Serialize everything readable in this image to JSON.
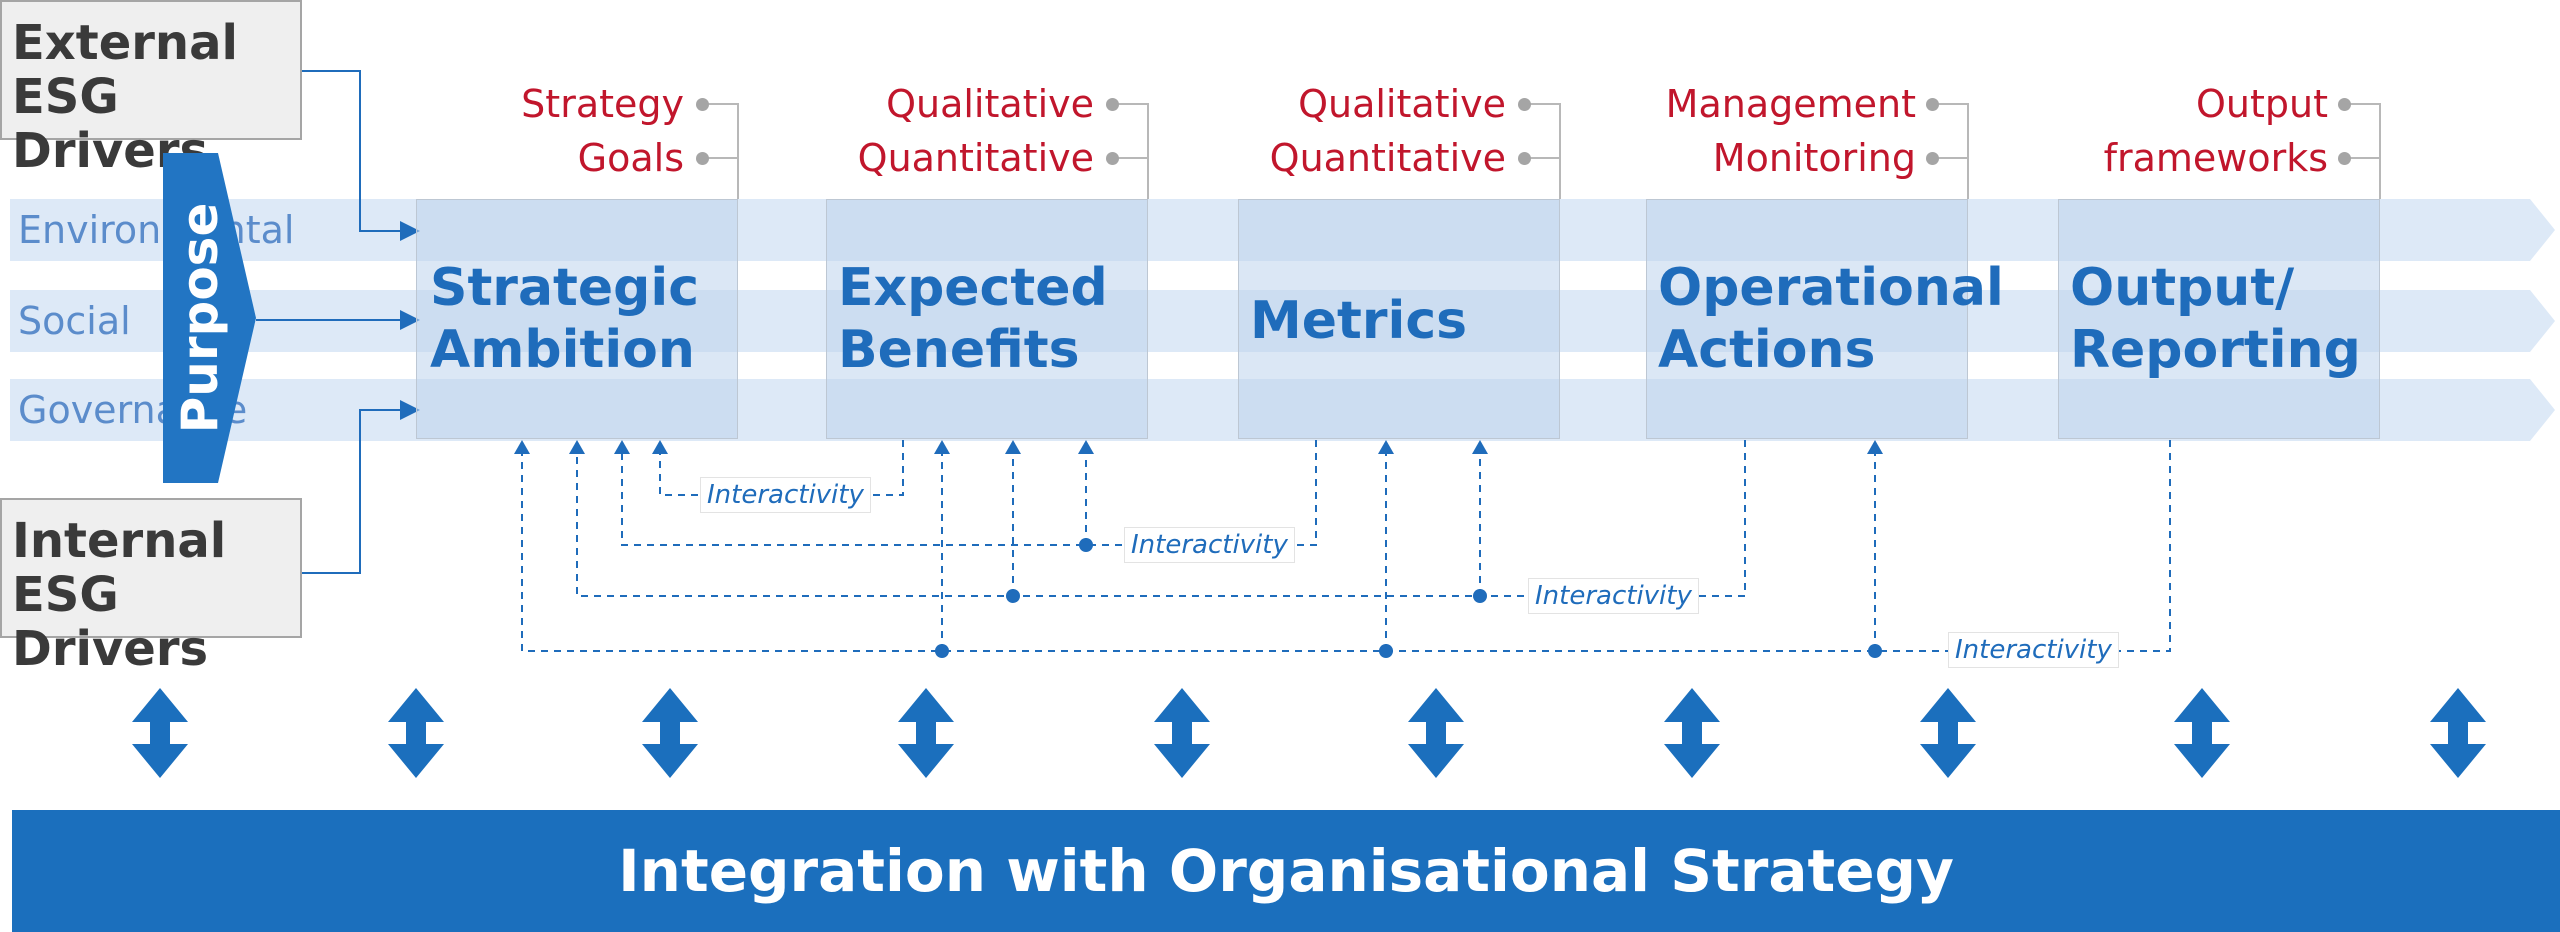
{
  "drivers": {
    "external": [
      "External ESG",
      "Drivers"
    ],
    "internal": [
      "Internal ESG",
      "Drivers"
    ]
  },
  "streams": [
    "Environmental",
    "Social",
    "Governance"
  ],
  "purpose": "Purpose",
  "stages": [
    {
      "title": [
        "Strategic",
        "Ambition"
      ],
      "tags": [
        "Strategy",
        "Goals"
      ]
    },
    {
      "title": [
        "Expected",
        "Benefits"
      ],
      "tags": [
        "Qualitative",
        "Quantitative"
      ]
    },
    {
      "title": [
        "Metrics"
      ],
      "tags": [
        "Qualitative",
        "Quantitative"
      ]
    },
    {
      "title": [
        "Operational",
        "Actions"
      ],
      "tags": [
        "Management",
        "Monitoring"
      ]
    },
    {
      "title": [
        "Output/",
        "Reporting"
      ],
      "tags": [
        "Output",
        "frameworks"
      ]
    }
  ],
  "interactivity_label": "Interactivity",
  "banner": "Integration with Organisational Strategy",
  "colors": {
    "primary_blue": "#1b6fbd",
    "stream_blue": "#dde9f7",
    "tag_red": "#c1162c"
  }
}
